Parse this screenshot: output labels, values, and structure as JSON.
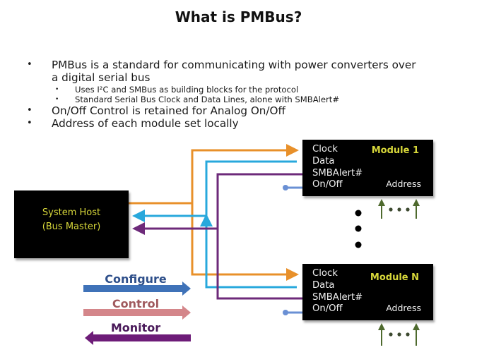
{
  "title": "What is PMBus?",
  "bullets": [
    {
      "level": 1,
      "text": "PMBus is a standard for communicating with power converters over"
    },
    {
      "level": 1,
      "text": "a digital serial bus",
      "continuation": true
    },
    {
      "level": 2,
      "text": "Uses I²C and SMBus as building blocks for the protocol"
    },
    {
      "level": 2,
      "text": "Standard Serial  Bus Clock and Data Lines, alone with SMBAlert#"
    },
    {
      "level": 1,
      "text": "On/Off Control is retained for Analog On/Off"
    },
    {
      "level": 1,
      "text": "Address of each module set locally"
    }
  ],
  "diagram": {
    "host": {
      "line1": "System Host",
      "line2": "(Bus Master)"
    },
    "modules": [
      {
        "name": "Module 1",
        "signals": [
          "Clock",
          "Data",
          "SMBAlert#",
          "On/Off"
        ],
        "address_label": "Address"
      },
      {
        "name": "Module N",
        "signals": [
          "Clock",
          "Data",
          "SMBAlert#",
          "On/Off"
        ],
        "address_label": "Address"
      }
    ],
    "legend": [
      {
        "label": "Configure",
        "direction": "right",
        "color": "#3f72b8",
        "text_color": "#2e4f8a"
      },
      {
        "label": "Control",
        "direction": "right",
        "color": "#d4868a",
        "text_color": "#a05a5e"
      },
      {
        "label": "Monitor",
        "direction": "left",
        "color": "#6d1c78",
        "text_color": "#4a1a5a"
      }
    ],
    "colors": {
      "clock": "#e8902a",
      "data": "#28a8dc",
      "alert": "#6d2a7a",
      "onoff": "#6a90d4",
      "address_arrow": "#4e6a2e",
      "module_title": "#d8d83a"
    }
  }
}
